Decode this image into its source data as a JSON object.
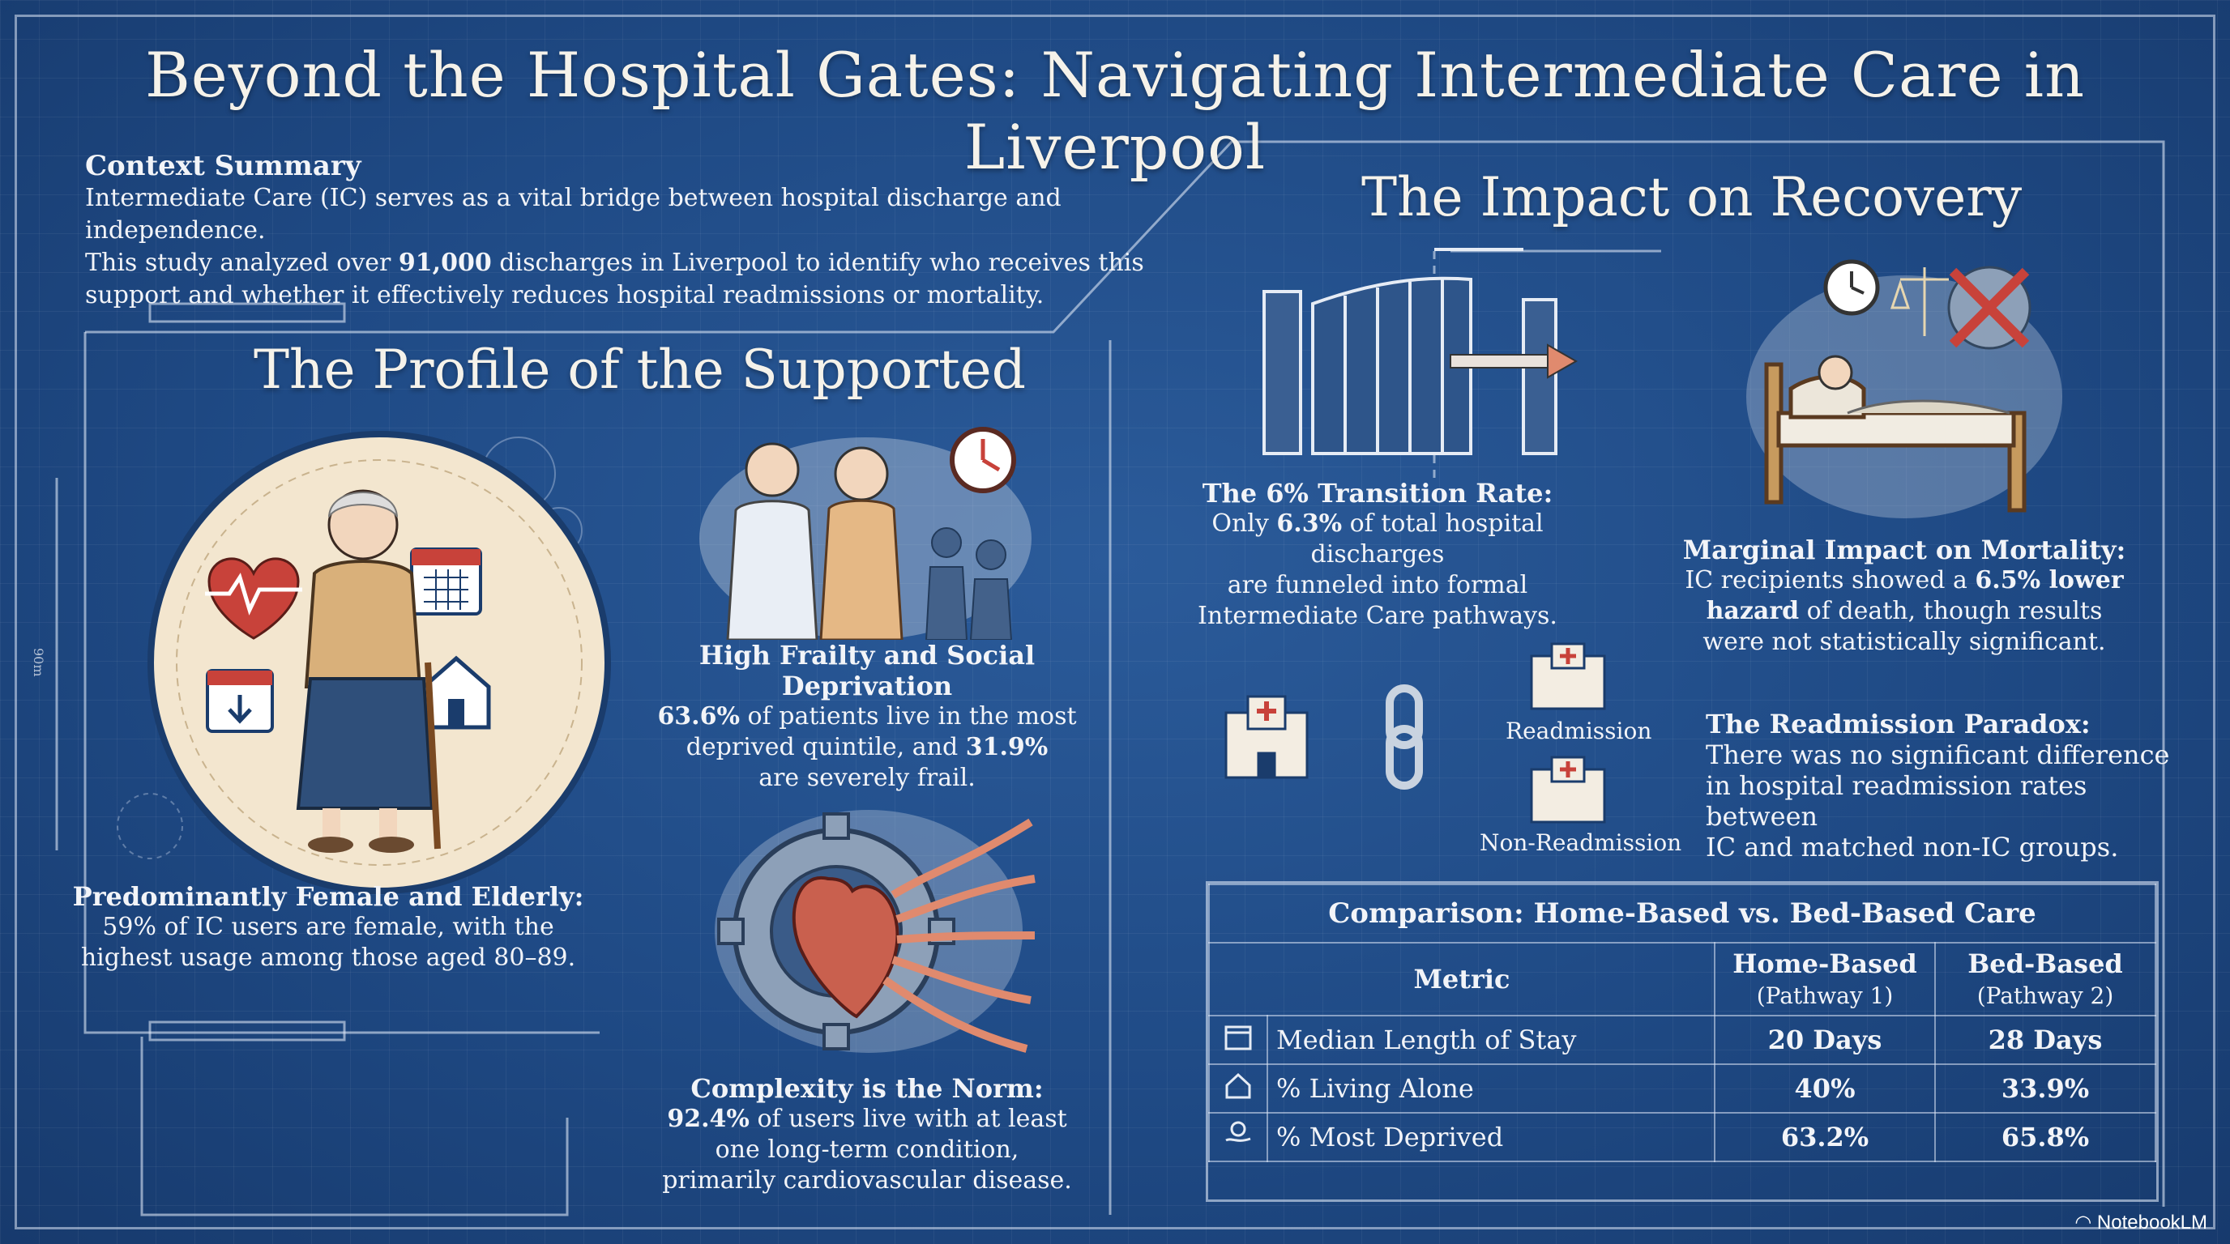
{
  "title": "Beyond the Hospital Gates: Navigating Intermediate Care in Liverpool",
  "context": {
    "heading": "Context Summary",
    "text_a": "Intermediate Care (IC) serves as a vital bridge between hospital discharge and independence.",
    "text_b": "This study analyzed over ",
    "text_b_bold": "91,000",
    "text_b2": " discharges in Liverpool to identify who receives this",
    "text_c": "support and whether it effectively reduces hospital readmissions or mortality."
  },
  "profile": {
    "heading": "The Profile of the Supported",
    "female": {
      "heading": "Predominantly Female and Elderly:",
      "line1": "59% of IC users are female, with the",
      "line2": "highest usage among those aged 80–89."
    },
    "frailty": {
      "heading": "High Frailty and Social Deprivation",
      "l1_bold": "63.6%",
      "l1": " of patients live in the most",
      "l2": "deprived quintile, and ",
      "l2_bold": "31.9%",
      "l3": "are severely frail."
    },
    "complexity": {
      "heading": "Complexity is the Norm:",
      "l1_bold": "92.4%",
      "l1": " of users live with at least",
      "l2": "one long-term condition,",
      "l3": "primarily cardiovascular disease."
    }
  },
  "impact": {
    "heading": "The Impact on Recovery",
    "transition": {
      "heading": "The 6% Transition Rate:",
      "l1a": "Only ",
      "l1_bold": "6.3%",
      "l1b": " of total hospital discharges",
      "l2": "are funneled into formal",
      "l3": "Intermediate Care pathways."
    },
    "mortality": {
      "heading": "Marginal Impact on Mortality:",
      "l1a": "IC recipients showed a ",
      "l1_bold": "6.5% lower",
      "l2_bold": "hazard",
      "l2": " of death, though results",
      "l3": "were not statistically significant."
    },
    "readmission": {
      "heading": "The Readmission Paradox:",
      "l1": "There was no significant difference",
      "l2": "in hospital readmission rates between",
      "l3": "IC and matched non-IC groups.",
      "label_readmission": "Readmission",
      "label_non": "Non-Readmission"
    }
  },
  "table": {
    "title": "Comparison: Home-Based vs. Bed-Based Care",
    "col_metric": "Metric",
    "col_home": "Home-Based",
    "col_home_sub": "(Pathway 1)",
    "col_bed": "Bed-Based",
    "col_bed_sub": "(Pathway 2)",
    "rows": [
      {
        "icon": "calendar-icon",
        "metric": "Median Length of Stay",
        "home": "20 Days",
        "bed": "28 Days"
      },
      {
        "icon": "house-icon",
        "metric": "% Living Alone",
        "home": "40%",
        "bed": "33.9%"
      },
      {
        "icon": "hand-coin-icon",
        "metric": "% Most Deprived",
        "home": "63.2%",
        "bed": "65.8%"
      }
    ]
  },
  "scale_label": "90m",
  "watermark": "NotebookLM",
  "colors": {
    "background": "#1f4a85",
    "line": "#dce6f5",
    "accent_red": "#c8423a",
    "cream": "#f3e6cf"
  }
}
